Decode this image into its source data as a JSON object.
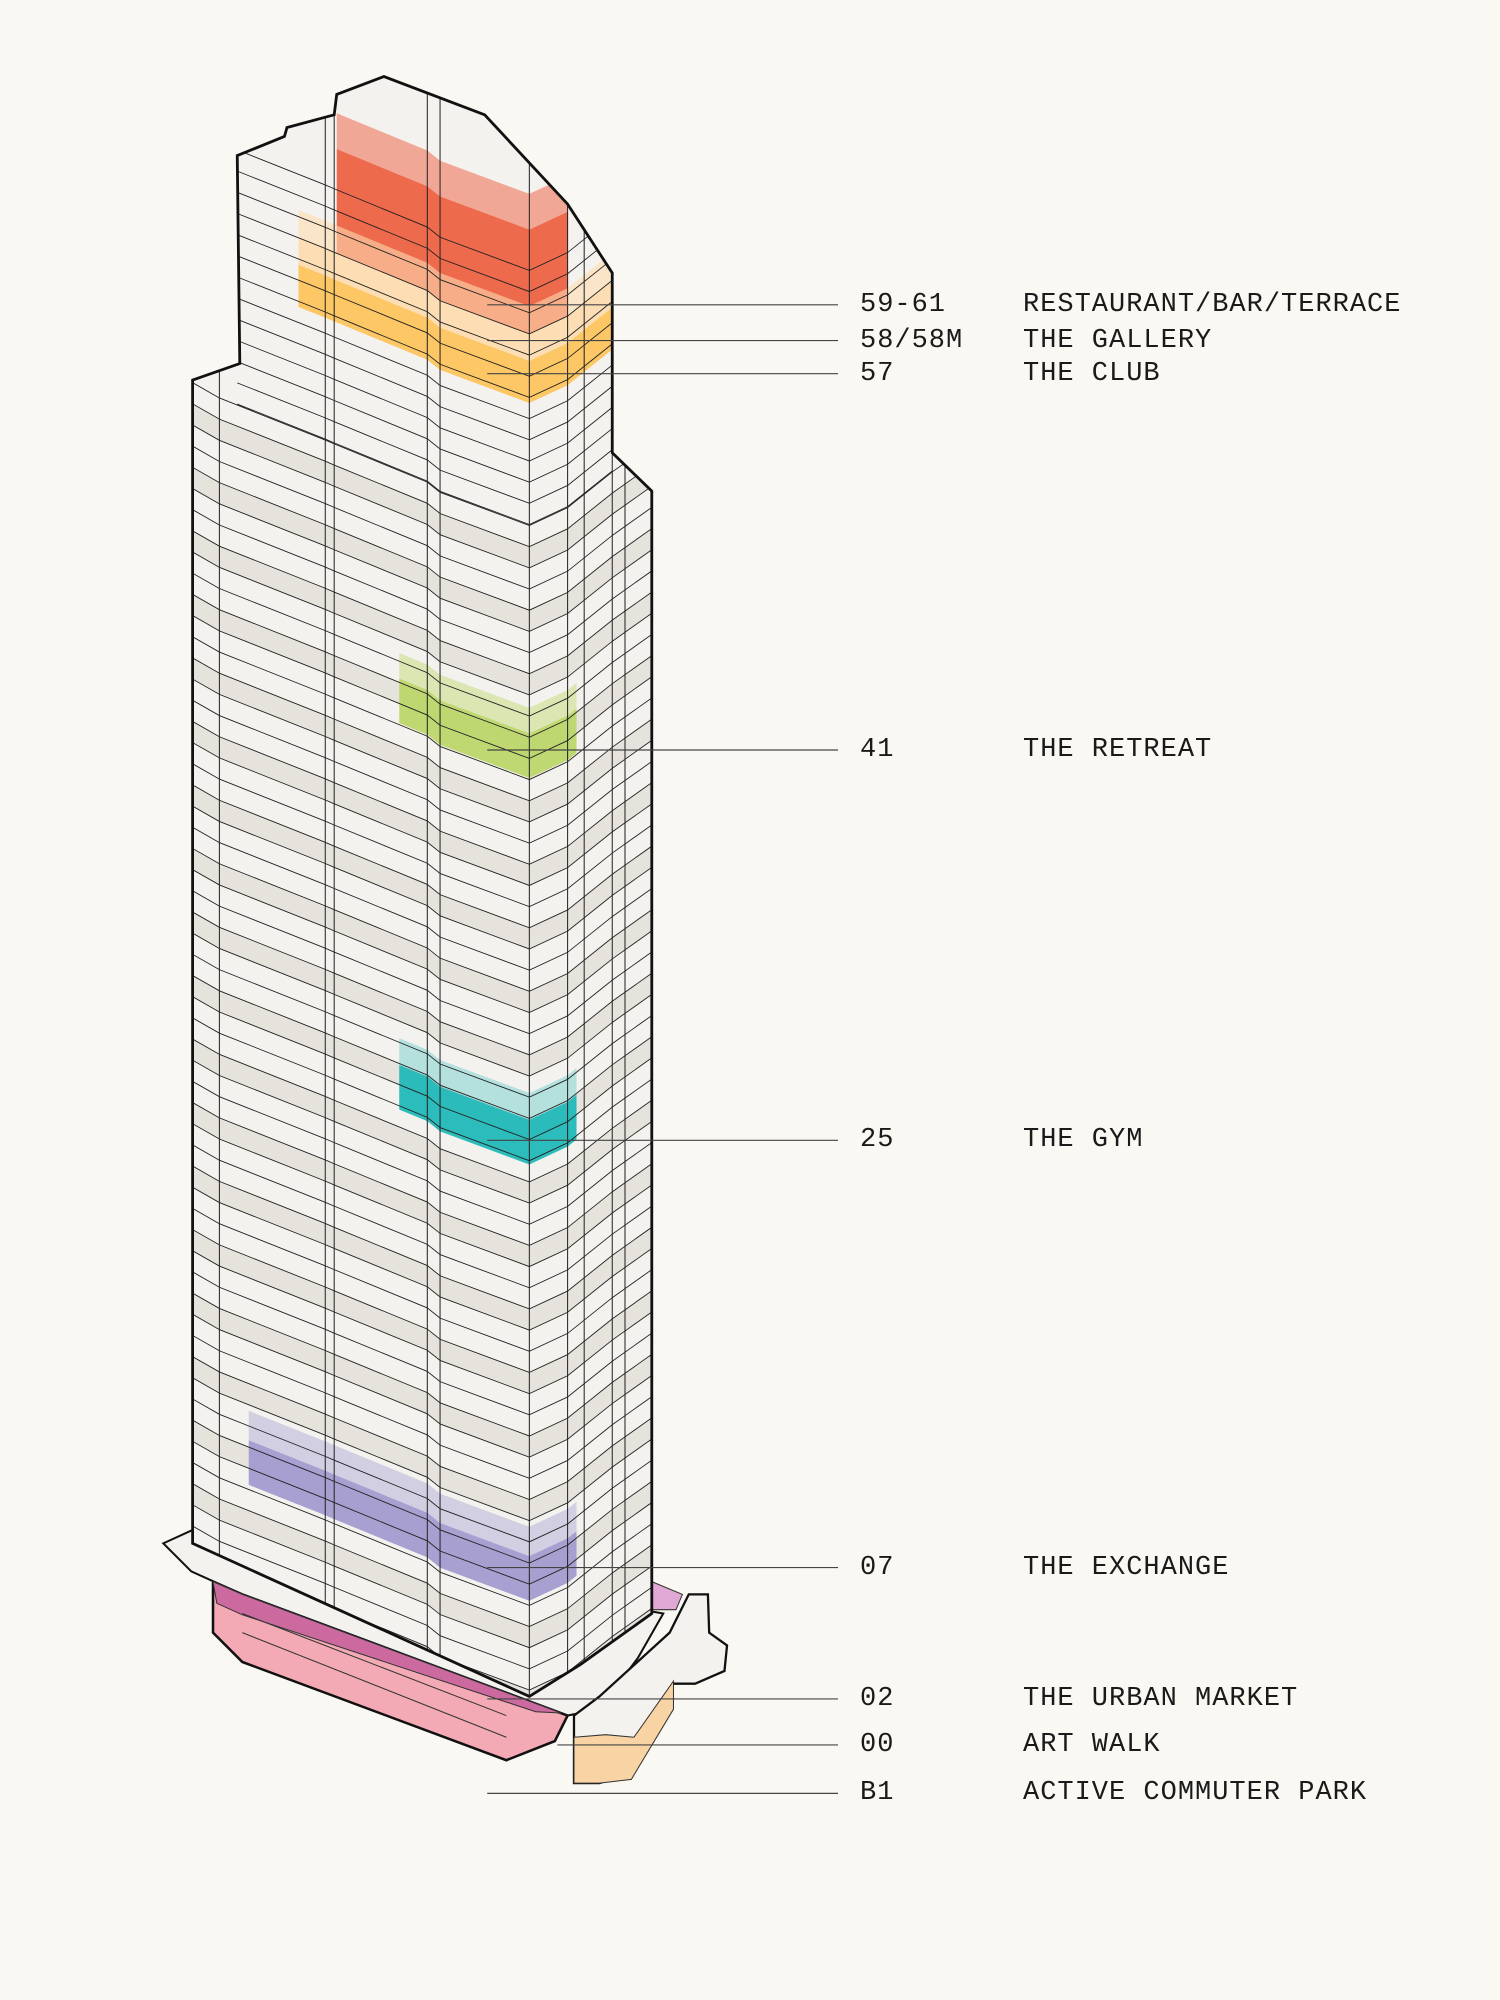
{
  "title": "Tower amenity section diagram",
  "colors": {
    "background": "#faf8f3",
    "tower": "#f4f2ee",
    "restaurant": "#ee6a4c",
    "gallery": "#fddcb0",
    "club": "#fcc45c",
    "retreat": "#bcd66a",
    "gym": "#22b8b8",
    "exchange": "#a39bcf",
    "urban_market": "#f4aab5",
    "art_walk": "#f8d3a4"
  },
  "levels": [
    {
      "floor": "59-61",
      "name": "RESTAURANT/BAR/TERRACE"
    },
    {
      "floor": "58/58M",
      "name": "THE GALLERY"
    },
    {
      "floor": "57",
      "name": "THE CLUB"
    },
    {
      "floor": "41",
      "name": "THE RETREAT"
    },
    {
      "floor": "25",
      "name": "THE GYM"
    },
    {
      "floor": "07",
      "name": "THE EXCHANGE"
    },
    {
      "floor": "02",
      "name": "THE URBAN MARKET"
    },
    {
      "floor": "00",
      "name": "ART WALK"
    },
    {
      "floor": "B1",
      "name": "ACTIVE COMMUTER PARK"
    }
  ]
}
